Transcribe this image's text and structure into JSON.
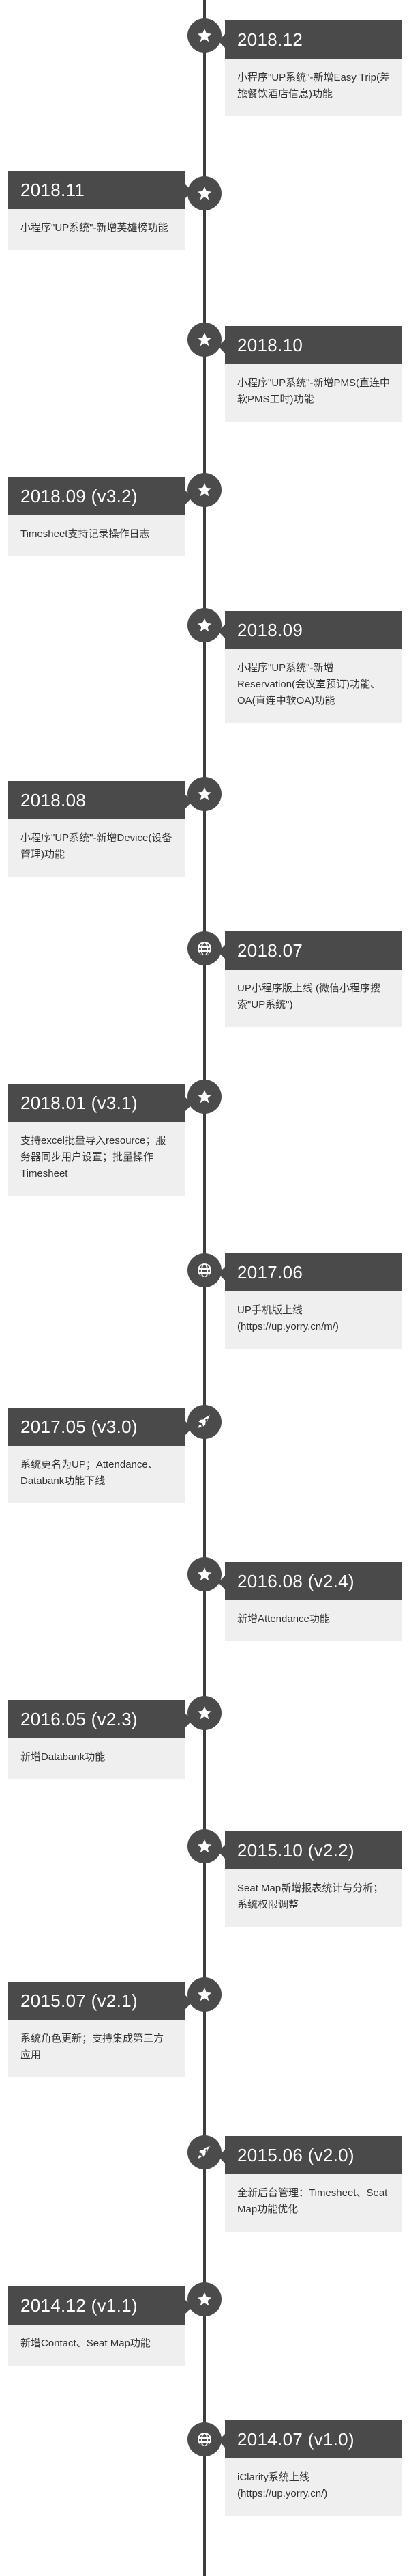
{
  "timeline": {
    "entries": [
      {
        "date": "2018.12",
        "text": "小程序\"UP系统\"-新增Easy Trip(差旅餐饮酒店信息)功能",
        "icon": "star-icon"
      },
      {
        "date": "2018.11",
        "text": "小程序\"UP系统\"-新增英雄榜功能",
        "icon": "star-icon"
      },
      {
        "date": "2018.10",
        "text": "小程序\"UP系统\"-新增PMS(直连中软PMS工时)功能",
        "icon": "star-icon"
      },
      {
        "date": "2018.09 (v3.2)",
        "text": "Timesheet支持记录操作日志",
        "icon": "star-icon"
      },
      {
        "date": "2018.09",
        "text": "小程序\"UP系统\"-新增Reservation(会议室预订)功能、OA(直连中软OA)功能",
        "icon": "star-icon"
      },
      {
        "date": "2018.08",
        "text": "小程序\"UP系统\"-新增Device(设备管理)功能",
        "icon": "star-icon"
      },
      {
        "date": "2018.07",
        "text": "UP小程序版上线 (微信小程序搜索\"UP系统\")",
        "icon": "globe-icon"
      },
      {
        "date": "2018.01 (v3.1)",
        "text": "支持excel批量导入resource；服务器同步用户设置；批量操作Timesheet",
        "icon": "star-icon"
      },
      {
        "date": "2017.06",
        "text": "UP手机版上线 (https://up.yorry.cn/m/)",
        "icon": "globe-icon"
      },
      {
        "date": "2017.05 (v3.0)",
        "text": "系统更名为UP；Attendance、Databank功能下线",
        "icon": "rocket-icon"
      },
      {
        "date": "2016.08 (v2.4)",
        "text": "新增Attendance功能",
        "icon": "star-icon"
      },
      {
        "date": "2016.05 (v2.3)",
        "text": "新增Databank功能",
        "icon": "star-icon"
      },
      {
        "date": "2015.10 (v2.2)",
        "text": "Seat Map新增报表统计与分析；系统权限调整",
        "icon": "star-icon"
      },
      {
        "date": "2015.07 (v2.1)",
        "text": "系统角色更新；支持集成第三方应用",
        "icon": "star-icon"
      },
      {
        "date": "2015.06 (v2.0)",
        "text": "全新后台管理：Timesheet、Seat Map功能优化",
        "icon": "rocket-icon"
      },
      {
        "date": "2014.12 (v1.1)",
        "text": "新增Contact、Seat Map功能",
        "icon": "star-icon"
      },
      {
        "date": "2014.07 (v1.0)",
        "text": "iClarity系统上线 (https://up.yorry.cn/)",
        "icon": "globe-icon"
      }
    ]
  }
}
